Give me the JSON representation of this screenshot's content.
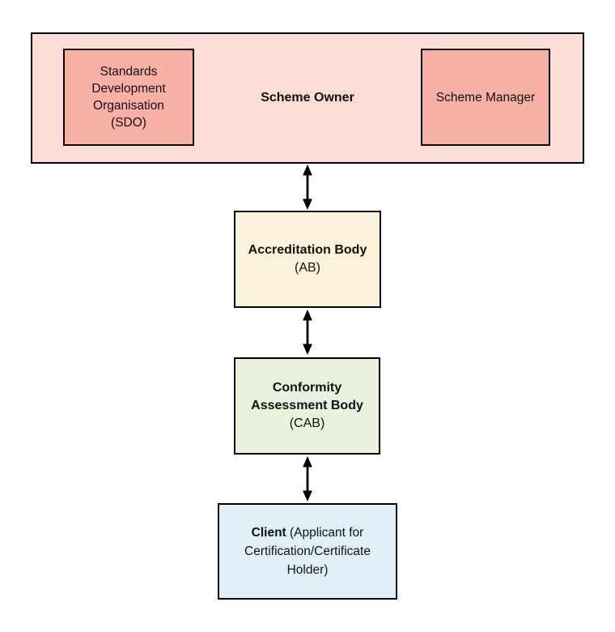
{
  "diagram": {
    "background": "#ffffff",
    "border_color": "#000000",
    "text_color": "#111111",
    "nodes": {
      "scheme_owner": {
        "label": "Scheme Owner",
        "fill": "#fbdcd7"
      },
      "sdo": {
        "label": "Standards Development Organisation (SDO)",
        "fill": "#f8b0a7"
      },
      "scheme_manager": {
        "label": "Scheme Manager",
        "fill": "#f8b0a7"
      },
      "accreditation_body": {
        "title": "Accreditation Body",
        "abbr": "(AB)",
        "fill": "#faf3d9"
      },
      "conformity_assessment_body": {
        "title": "Conformity Assessment Body",
        "abbr": "(CAB)",
        "fill": "#e9f2df"
      },
      "client": {
        "title": "Client",
        "suffix": " (Applicant for Certification/Certificate Holder)",
        "fill": "#e2eff6"
      }
    },
    "connectors": [
      {
        "from": "scheme_owner",
        "to": "accreditation_body",
        "type": "double-headed-vertical-arrow"
      },
      {
        "from": "accreditation_body",
        "to": "conformity_assessment_body",
        "type": "double-headed-vertical-arrow"
      },
      {
        "from": "conformity_assessment_body",
        "to": "client",
        "type": "double-headed-vertical-arrow"
      }
    ]
  }
}
